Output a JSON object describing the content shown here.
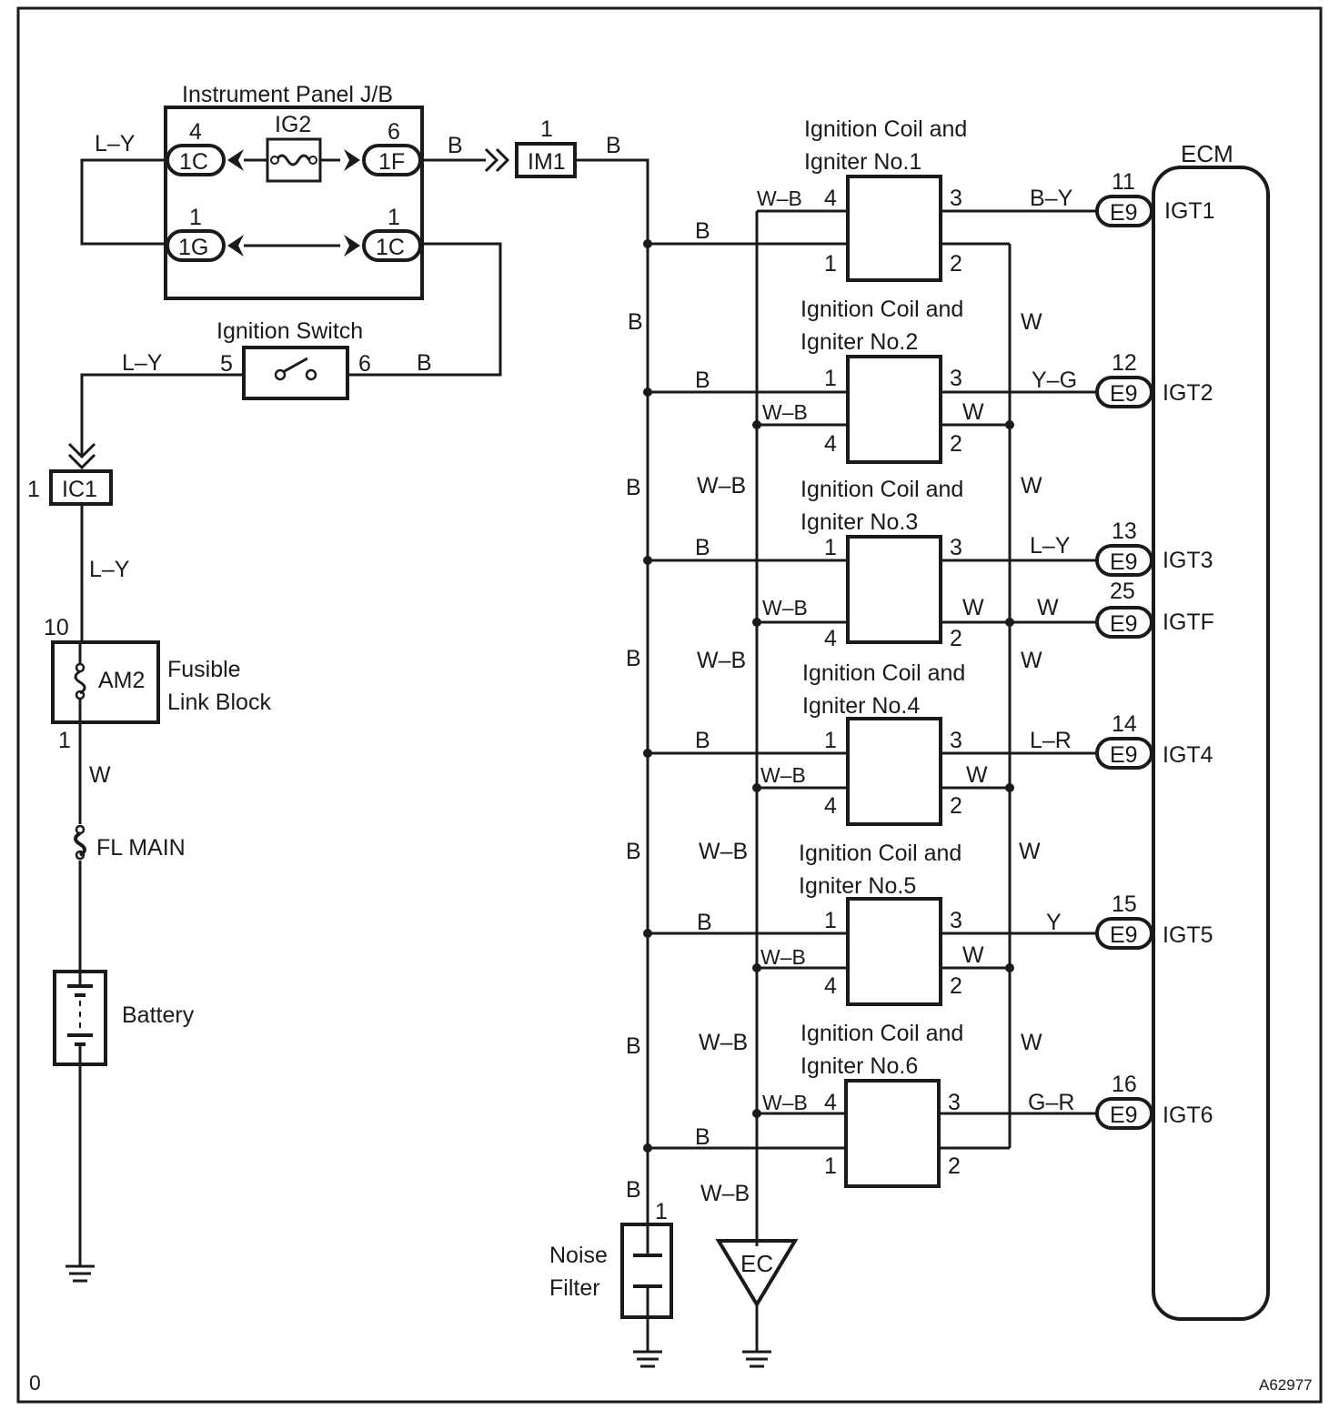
{
  "jb": {
    "title": "Instrument Panel J/B",
    "fuse": "IG2",
    "conn_1C_top": "1C",
    "pin_1C_top": "4",
    "conn_1F": "1F",
    "pin_1F": "6",
    "conn_1G": "1G",
    "pin_1G": "1",
    "conn_1C_bot": "1C",
    "pin_1C_bot": "1"
  },
  "im1": {
    "label": "IM1",
    "pin": "1"
  },
  "ign": {
    "title": "Ignition Switch",
    "pin_in": "5",
    "pin_out": "6"
  },
  "ic1": {
    "label": "IC1",
    "pin": "1"
  },
  "fusible": {
    "title_line1": "Fusible",
    "title_line2": "Link Block",
    "fuse": "AM2",
    "pin_top": "10",
    "pin_bot": "1"
  },
  "fl_main": "FL MAIN",
  "battery": "Battery",
  "wires": {
    "ly_a": "L–Y",
    "ly_b": "L–Y",
    "ly_c": "L–Y",
    "b_jb": "B",
    "b_im1": "B",
    "b_ign": "B",
    "w_left": "W",
    "b_bus": [
      "B",
      "B",
      "B",
      "B",
      "B",
      "B"
    ],
    "wb_bus": [
      "W–B",
      "W–B",
      "W–B",
      "W–B",
      "W–B"
    ],
    "w_bus": [
      "W",
      "W",
      "W",
      "W",
      "W"
    ],
    "b_filter": "B",
    "wb_ec": "W–B"
  },
  "coils": [
    {
      "title1": "Ignition Coil and",
      "title2": "Igniter No.1",
      "pin_a": "4",
      "pin_b": "1",
      "pin_c": "3",
      "pin_d": "2",
      "b_label": "B",
      "wb_label": "W–B",
      "sig": "B–Y",
      "w_label": ""
    },
    {
      "title1": "Ignition Coil and",
      "title2": "Igniter No.2",
      "pin_a": "1",
      "pin_b": "4",
      "pin_c": "3",
      "pin_d": "2",
      "b_label": "B",
      "wb_label": "W–B",
      "sig": "Y–G",
      "w_label": "W"
    },
    {
      "title1": "Ignition Coil and",
      "title2": "Igniter No.3",
      "pin_a": "1",
      "pin_b": "4",
      "pin_c": "3",
      "pin_d": "2",
      "b_label": "B",
      "wb_label": "W–B",
      "sig": "L–Y",
      "w_label": "W"
    },
    {
      "title1": "Ignition Coil and",
      "title2": "Igniter No.4",
      "pin_a": "1",
      "pin_b": "4",
      "pin_c": "3",
      "pin_d": "2",
      "b_label": "B",
      "wb_label": "W–B",
      "sig": "L–R",
      "w_label": "W"
    },
    {
      "title1": "Ignition Coil and",
      "title2": "Igniter No.5",
      "pin_a": "1",
      "pin_b": "4",
      "pin_c": "3",
      "pin_d": "2",
      "b_label": "B",
      "wb_label": "W–B",
      "sig": "Y",
      "w_label": "W"
    },
    {
      "title1": "Ignition Coil and",
      "title2": "Igniter No.6",
      "pin_a": "4",
      "pin_b": "1",
      "pin_c": "3",
      "pin_d": "2",
      "b_label": "B",
      "wb_label": "W–B",
      "sig": "G–R",
      "w_label": ""
    }
  ],
  "ecm": {
    "title": "ECM",
    "terminals": [
      {
        "conn": "E9",
        "pin": "11",
        "name": "IGT1"
      },
      {
        "conn": "E9",
        "pin": "12",
        "name": "IGT2"
      },
      {
        "conn": "E9",
        "pin": "13",
        "name": "IGT3"
      },
      {
        "conn": "E9",
        "pin": "25",
        "name": "IGTF"
      },
      {
        "conn": "E9",
        "pin": "14",
        "name": "IGT4"
      },
      {
        "conn": "E9",
        "pin": "15",
        "name": "IGT5"
      },
      {
        "conn": "E9",
        "pin": "16",
        "name": "IGT6"
      }
    ],
    "igtf_wire": "W"
  },
  "noise": {
    "line1": "Noise",
    "line2": "Filter",
    "pin": "1"
  },
  "ec": "EC",
  "corner": "0",
  "code": "A62977"
}
